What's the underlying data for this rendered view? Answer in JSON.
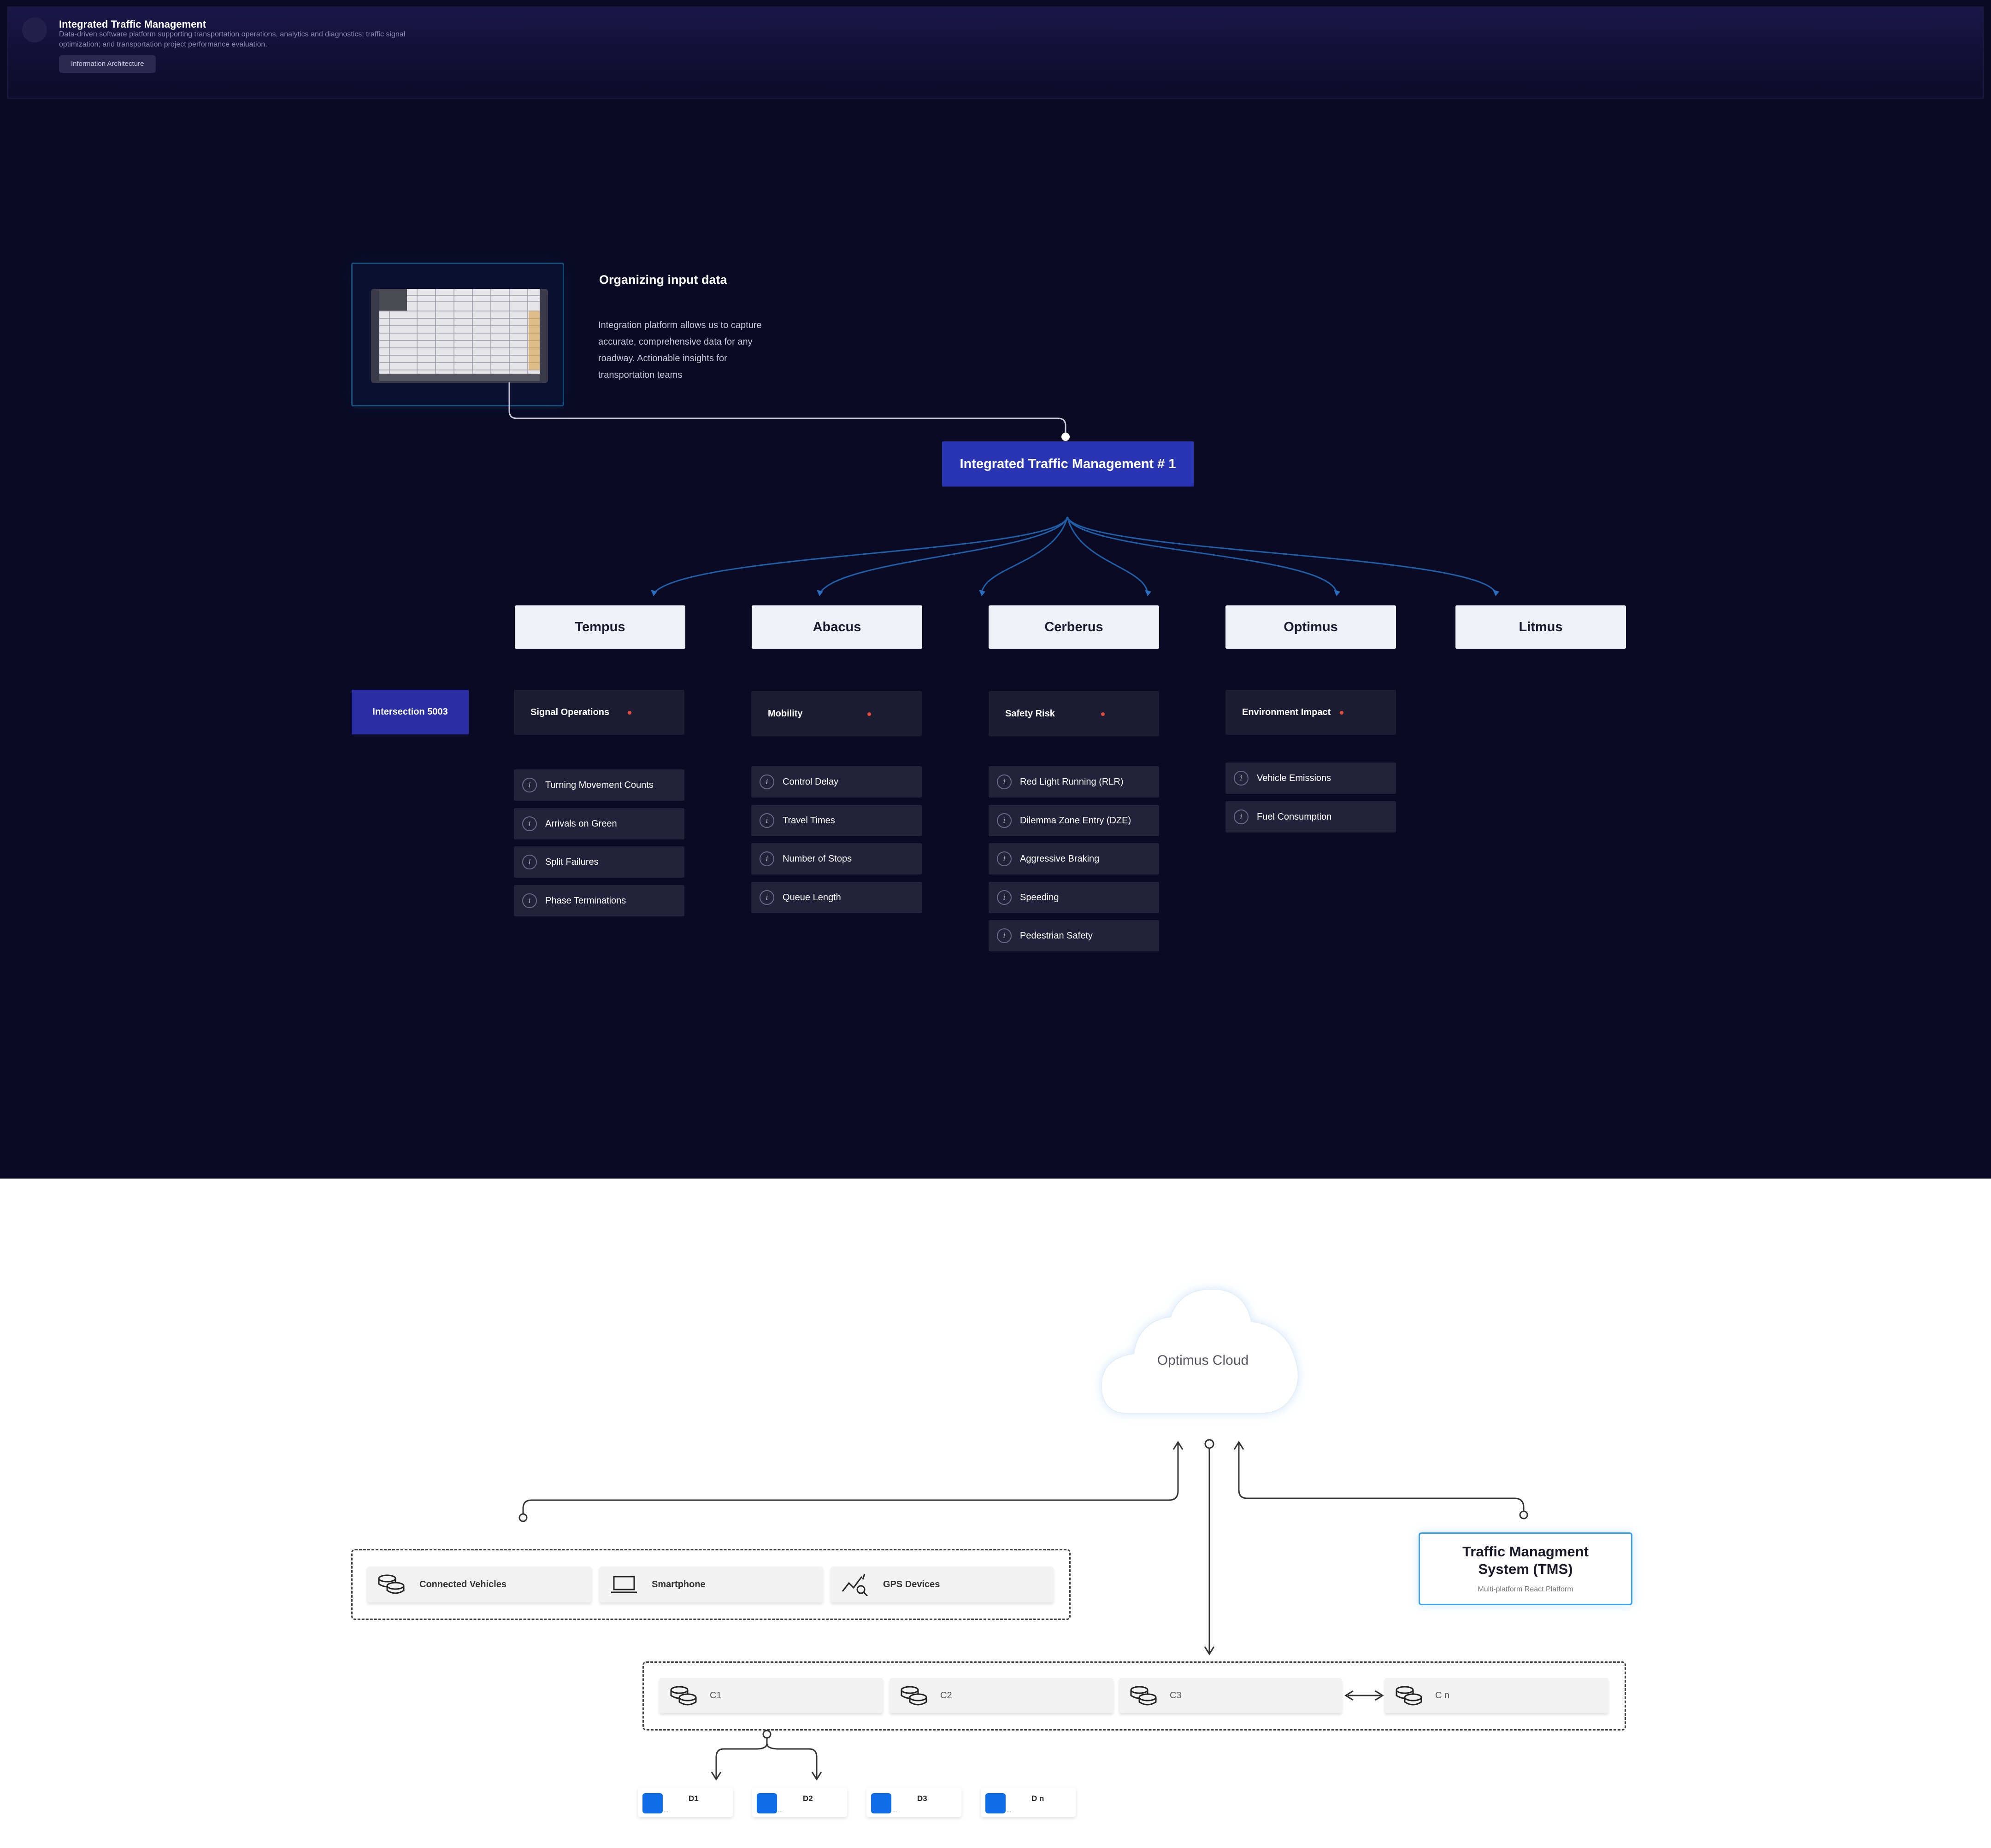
{
  "hero": {
    "title": "Integrated Traffic Management",
    "description": "Data-driven software platform supporting transportation operations, analytics and diagnostics; traffic signal optimization; and transportation project performance evaluation.",
    "tag": "Information Architecture"
  },
  "organizing": {
    "title": "Organizing input data",
    "description": "Integration platform allows us to capture accurate, comprehensive data for any roadway. Actionable insights for transportation teams"
  },
  "root": {
    "label": "Integrated Traffic Management # 1"
  },
  "modules": [
    "Tempus",
    "Abacus",
    "Cerberus",
    "Optimus",
    "Litmus"
  ],
  "intersection": {
    "label": "Intersection 5003"
  },
  "categories": [
    {
      "label": "Signal Operations",
      "metrics": [
        "Turning Movement Counts",
        "Arrivals on Green",
        "Split Failures",
        "Phase Terminations"
      ]
    },
    {
      "label": "Mobility",
      "metrics": [
        "Control Delay",
        "Travel Times",
        "Number of Stops",
        "Queue Length"
      ]
    },
    {
      "label": "Safety Risk",
      "metrics": [
        "Red Light Running (RLR)",
        "Dilemma Zone Entry (DZE)",
        "Aggressive Braking",
        "Speeding",
        "Pedestrian Safety"
      ]
    },
    {
      "label": "Environment Impact",
      "metrics": [
        "Vehicle Emissions",
        "Fuel Consumption"
      ]
    }
  ],
  "info_glyph": "i",
  "cloud": {
    "label": "Optimus Cloud"
  },
  "sources": [
    {
      "label": "Connected Vehicles",
      "icon": "database-icon"
    },
    {
      "label": "Smartphone",
      "icon": "laptop-icon"
    },
    {
      "label": "GPS Devices",
      "icon": "chart-search-icon"
    }
  ],
  "tms": {
    "title_line1": "Traffic Managment",
    "title_line2": "System (TMS)",
    "subtitle": "Multi-platform React Platform"
  },
  "clusters": [
    "C1",
    "C2",
    "C3",
    "C n"
  ],
  "devices": [
    "D1",
    "D2",
    "D3",
    "D n"
  ],
  "device_small": "...",
  "colors": {
    "dark_bg": "#0a0a24",
    "accent_blue": "#2a35b4",
    "tms_border": "#3aa0f0",
    "device_blue": "#0f6de8",
    "alert_red": "#e24a3b"
  }
}
